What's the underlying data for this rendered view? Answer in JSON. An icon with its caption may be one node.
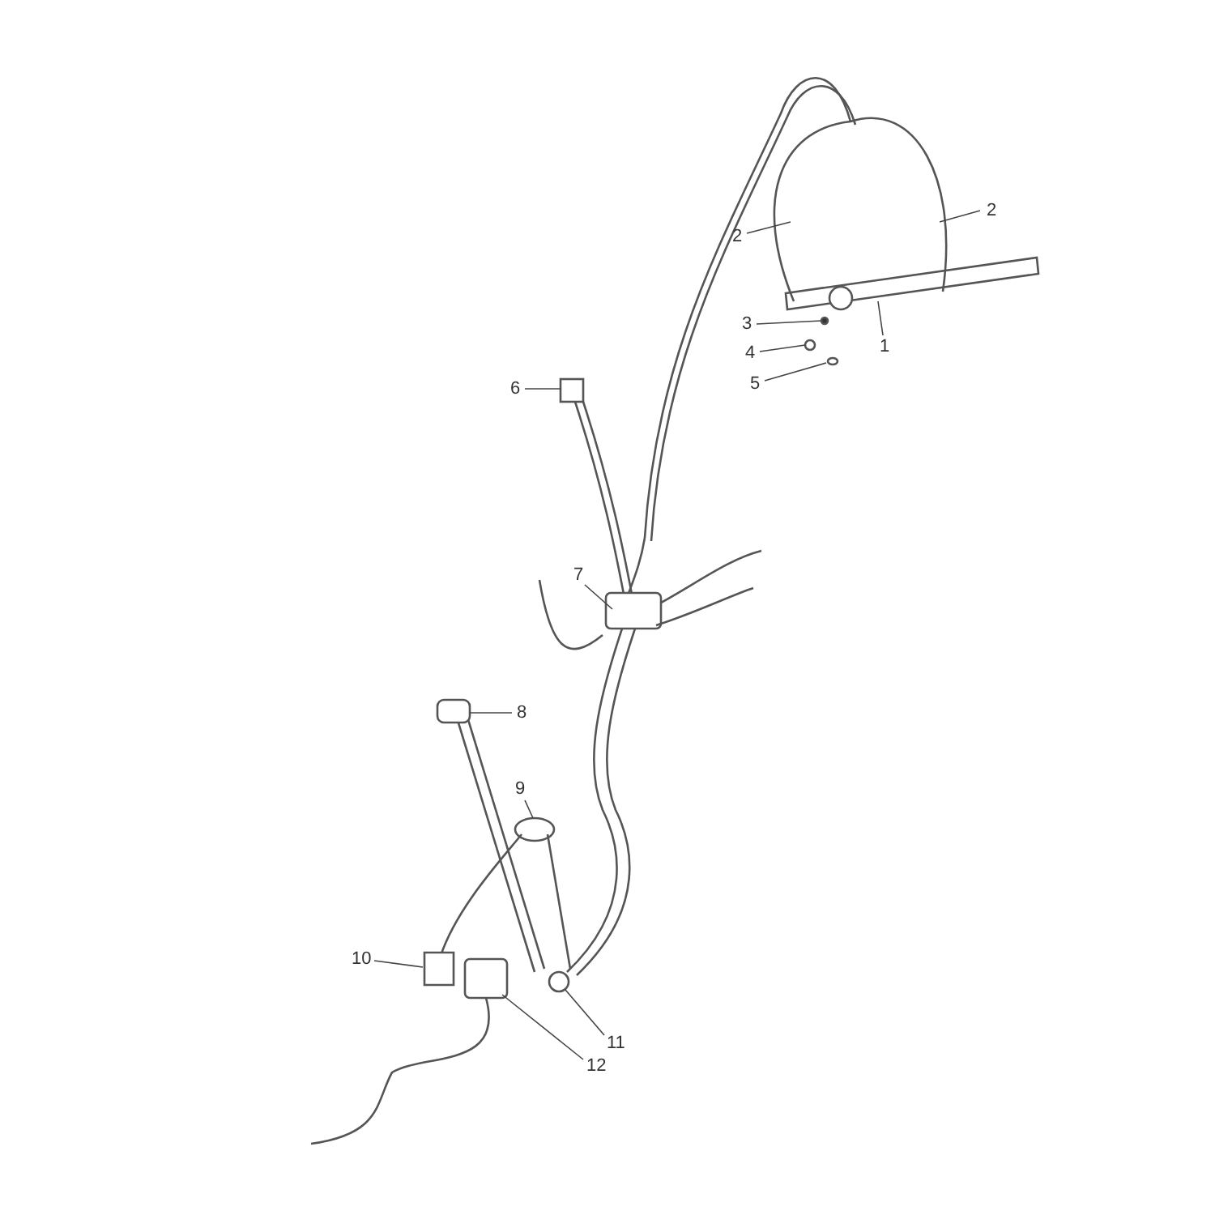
{
  "diagram": {
    "nodes": [
      {
        "text": [
          "2"
        ]
      },
      {
        "text": [
          "2"
        ]
      },
      {
        "text": [
          "3"
        ]
      },
      {
        "text": [
          "1"
        ]
      },
      {
        "text": [
          "4"
        ]
      },
      {
        "text": [
          "5"
        ]
      },
      {
        "text": [
          "6"
        ]
      },
      {
        "text": [
          "7"
        ]
      },
      {
        "text": [
          "8"
        ]
      },
      {
        "text": [
          "9"
        ]
      },
      {
        "text": [
          "10"
        ]
      },
      {
        "text": [
          "11"
        ]
      },
      {
        "text": [
          "12"
        ]
      }
    ],
    "edges": [
      {
        "from": 0,
        "to": null,
        "arrow": "none"
      },
      {
        "from": 1,
        "to": null,
        "arrow": "none"
      },
      {
        "from": 2,
        "to": null,
        "arrow": "none"
      },
      {
        "from": 3,
        "to": null,
        "arrow": "none"
      },
      {
        "from": 4,
        "to": null,
        "arrow": "none"
      },
      {
        "from": 5,
        "to": null,
        "arrow": "none"
      },
      {
        "from": 6,
        "to": null,
        "arrow": "none"
      },
      {
        "from": 7,
        "to": null,
        "arrow": "none"
      },
      {
        "from": 8,
        "to": null,
        "arrow": "none"
      },
      {
        "from": 9,
        "to": null,
        "arrow": "none"
      },
      {
        "from": 10,
        "to": null,
        "arrow": "none"
      },
      {
        "from": 11,
        "to": null,
        "arrow": "none"
      },
      {
        "from": 12,
        "to": null,
        "arrow": "none"
      }
    ]
  }
}
